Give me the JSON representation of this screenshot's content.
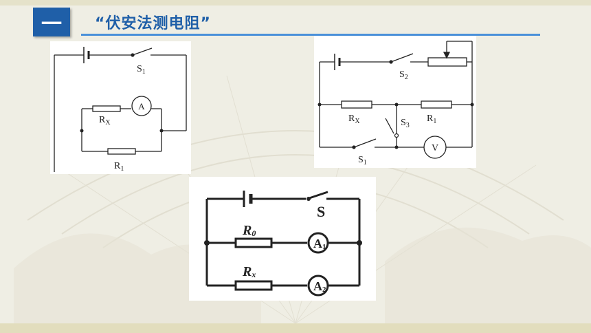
{
  "header": {
    "section_number": "一",
    "title": "“伏安法测电阻”"
  },
  "circuit1": {
    "switch_label": "S",
    "switch_sub": "1",
    "ammeter": "A",
    "rx_label": "R",
    "rx_sub": "X",
    "r1_label": "R",
    "r1_sub": "1"
  },
  "circuit2": {
    "s2_label": "S",
    "s2_sub": "2",
    "rx_label": "R",
    "rx_sub": "X",
    "s3_label": "S",
    "s3_sub": "3",
    "r1_label": "R",
    "r1_sub": "1",
    "s1_label": "S",
    "s1_sub": "1",
    "voltmeter": "V"
  },
  "circuit3": {
    "switch_label": "S",
    "r0_label": "R",
    "r0_sub": "0",
    "rx_label": "R",
    "rx_sub": "x",
    "a1_label": "A",
    "a1_sub": "1",
    "a2_label": "A",
    "a2_sub": "2"
  }
}
